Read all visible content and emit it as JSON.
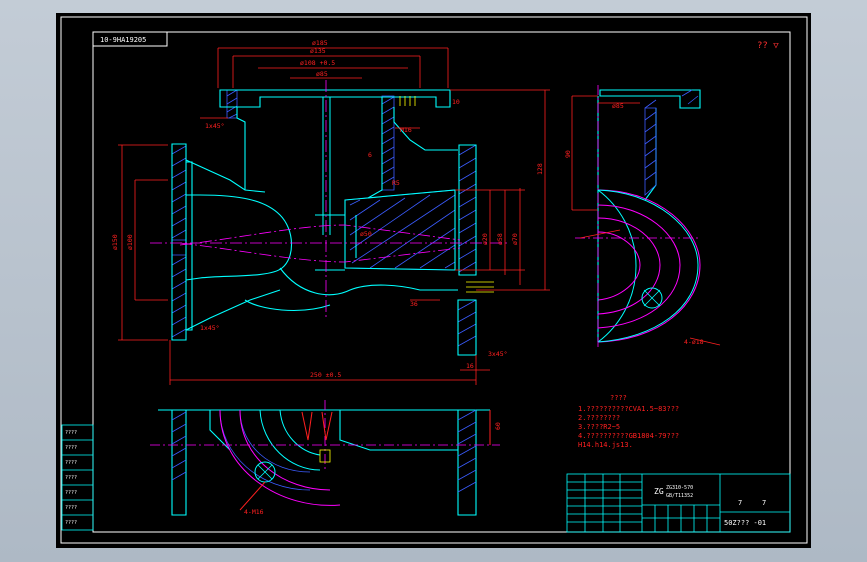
{
  "drawing": {
    "code_box": "10-9HA19205",
    "roughness_symbol": "?? ▽",
    "colors": {
      "background": "#000000",
      "frame": "#ffffff",
      "outline": "#00ffff",
      "dimension": "#ff2020",
      "centerline": "#ff00ff",
      "hatch": "#3b5cff",
      "highlight": "#ffff00",
      "table": "#00ffff"
    },
    "dims": {
      "d185": "ø185",
      "d135": "ø135",
      "d108": "ø108 +0.5",
      "d85": "ø85",
      "r1x45": "1x45°",
      "m16": "M16",
      "d150": "ø150",
      "d100": "ø100",
      "d50": "ø50",
      "d58": "ø58",
      "d70": "ø70",
      "d20": "ø20",
      "len250": "250 ±0.5",
      "d10": "10",
      "d6": "6",
      "d128": "128",
      "d3x45": "3x45°",
      "d60": "60",
      "d36": "36",
      "r45": "R5",
      "d4m16": "4-M16",
      "d4d18": "4-ø18",
      "d90": "90",
      "d85b": "ø85",
      "d16": "16"
    },
    "notes": {
      "title": "????",
      "lines": [
        "1.??????????CVA1.5~83???",
        "2.????????",
        "3.????R2~5",
        "4.??????????GB1804-79???",
        "  H14.h14.js13."
      ]
    },
    "title_block": {
      "material_code": "ZG",
      "material_line1": "ZG310-570",
      "material_line2": "GB/T11352",
      "scale_a": "7",
      "scale_b": "7",
      "drawing_number": "50Z??? -01",
      "left_col_labels": [
        "????",
        "????",
        "????",
        "????",
        "????",
        "????",
        "????"
      ]
    }
  }
}
